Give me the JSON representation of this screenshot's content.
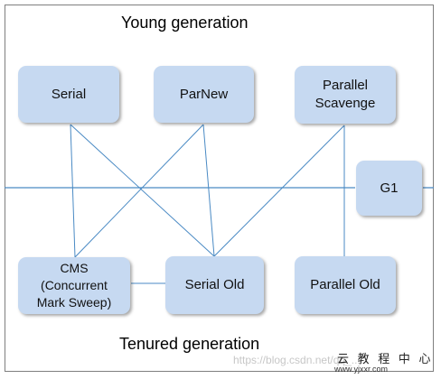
{
  "titles": {
    "young": "Young generation",
    "tenured": "Tenured generation"
  },
  "nodes": {
    "serial": "Serial",
    "parnew": "ParNew",
    "parallel_scavenge": "Parallel\nScavenge",
    "g1": "G1",
    "cms": "CMS\n(Concurrent\nMark Sweep)",
    "serial_old": "Serial Old",
    "parallel_old": "Parallel Old"
  },
  "watermark": {
    "url": "https://blog.csdn.net/qq_...",
    "site": "云 教 程 中 心",
    "site_sub": "www.yjxxr.com"
  },
  "colors": {
    "node_fill": "#c6d9f1",
    "line": "#4a8ac4",
    "frame": "#7f7f7f"
  }
}
